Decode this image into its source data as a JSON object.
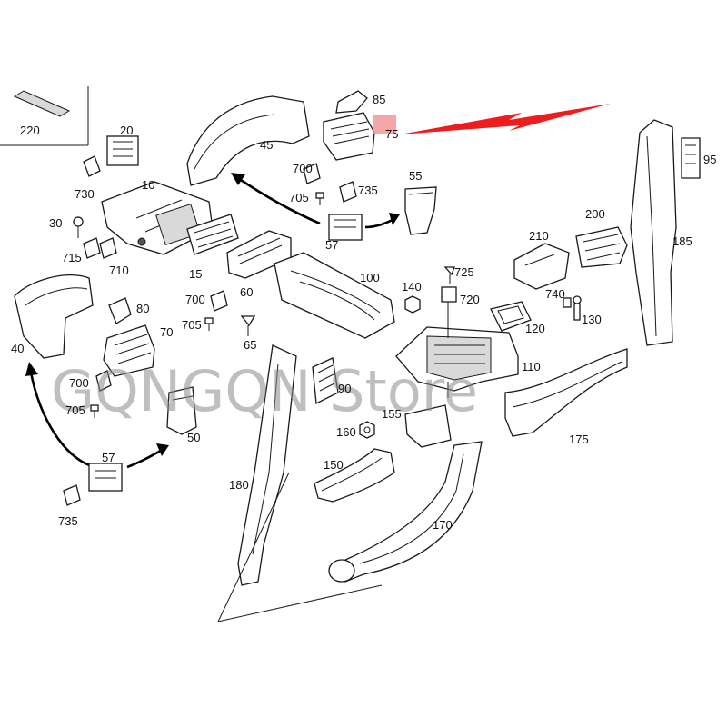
{
  "colors": {
    "background": "#ffffff",
    "line": "#1a1a1a",
    "callout": "#ee1c1c",
    "highlight": "#f29090",
    "watermark": "#8a8a8a"
  },
  "parts": [
    {
      "id": "p220",
      "text": "220"
    },
    {
      "id": "p20",
      "text": "20"
    },
    {
      "id": "p730",
      "text": "730"
    },
    {
      "id": "p10",
      "text": "10"
    },
    {
      "id": "p30",
      "text": "30"
    },
    {
      "id": "p715",
      "text": "715"
    },
    {
      "id": "p710",
      "text": "710"
    },
    {
      "id": "p45",
      "text": "45"
    },
    {
      "id": "p85",
      "text": "85"
    },
    {
      "id": "p75",
      "text": "75"
    },
    {
      "id": "p700a",
      "text": "700"
    },
    {
      "id": "p705a",
      "text": "705"
    },
    {
      "id": "p735a",
      "text": "735"
    },
    {
      "id": "p55",
      "text": "55"
    },
    {
      "id": "p57a",
      "text": "57"
    },
    {
      "id": "p15",
      "text": "15"
    },
    {
      "id": "p60",
      "text": "60"
    },
    {
      "id": "p700b",
      "text": "700"
    },
    {
      "id": "p705b",
      "text": "705"
    },
    {
      "id": "p100",
      "text": "100"
    },
    {
      "id": "p80",
      "text": "80"
    },
    {
      "id": "p70",
      "text": "70"
    },
    {
      "id": "p40",
      "text": "40"
    },
    {
      "id": "p65",
      "text": "65"
    },
    {
      "id": "p700c",
      "text": "700"
    },
    {
      "id": "p705c",
      "text": "705"
    },
    {
      "id": "p50",
      "text": "50"
    },
    {
      "id": "p57b",
      "text": "57"
    },
    {
      "id": "p735b",
      "text": "735"
    },
    {
      "id": "p90",
      "text": "90"
    },
    {
      "id": "p180",
      "text": "180"
    },
    {
      "id": "p160",
      "text": "160"
    },
    {
      "id": "p150",
      "text": "150"
    },
    {
      "id": "p155",
      "text": "155"
    },
    {
      "id": "p170",
      "text": "170"
    },
    {
      "id": "p140",
      "text": "140"
    },
    {
      "id": "p725",
      "text": "725"
    },
    {
      "id": "p720",
      "text": "720"
    },
    {
      "id": "p110",
      "text": "110"
    },
    {
      "id": "p175",
      "text": "175"
    },
    {
      "id": "p210",
      "text": "210"
    },
    {
      "id": "p200",
      "text": "200"
    },
    {
      "id": "p185",
      "text": "185"
    },
    {
      "id": "p95",
      "text": "95"
    },
    {
      "id": "p740",
      "text": "740"
    },
    {
      "id": "p130",
      "text": "130"
    },
    {
      "id": "p120",
      "text": "120"
    }
  ],
  "watermark": {
    "text": "GQNGQN Store"
  }
}
